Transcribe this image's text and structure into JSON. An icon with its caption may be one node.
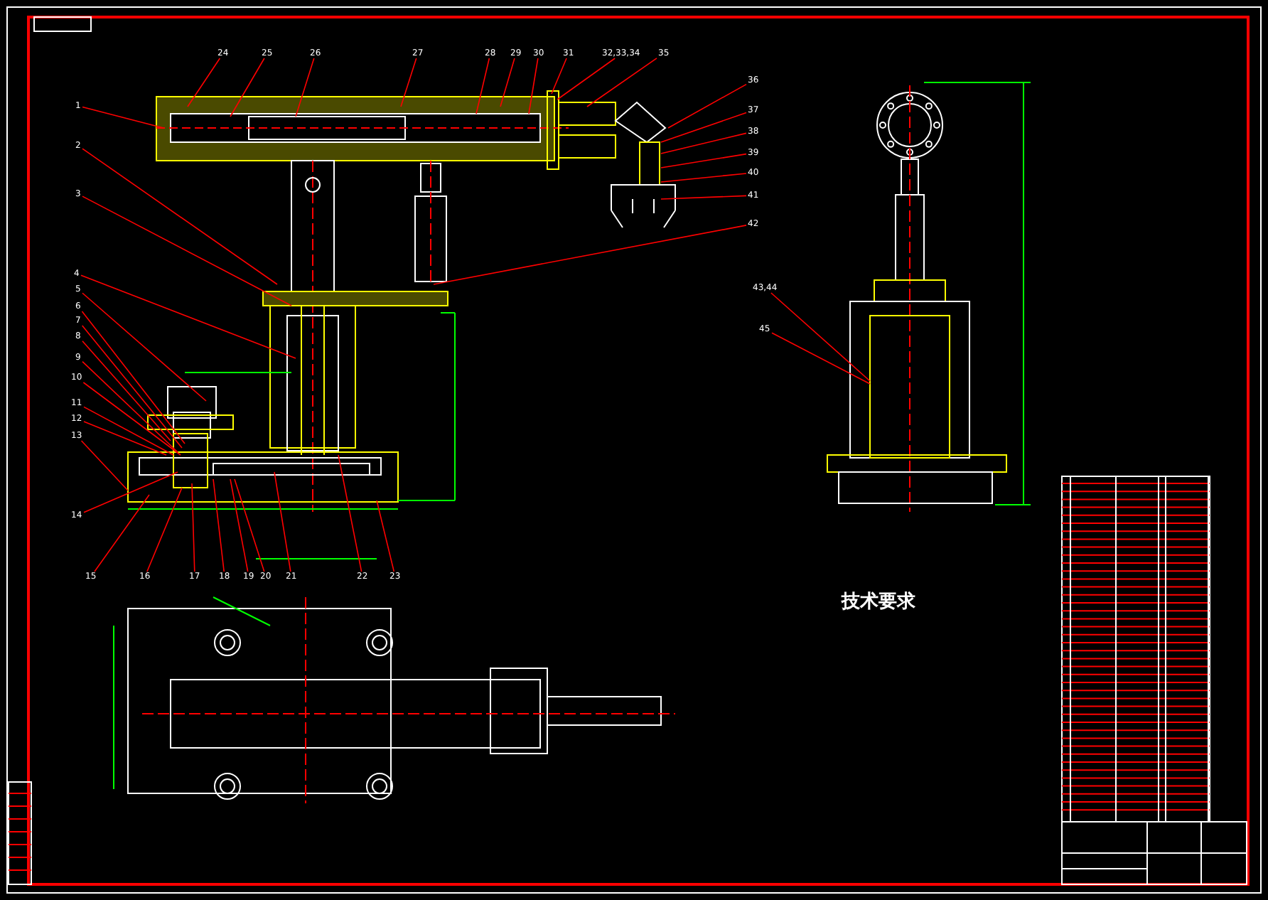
{
  "diagram": {
    "nodes": [
      {
        "text": [
          "1"
        ]
      },
      {
        "text": [
          "2"
        ]
      },
      {
        "text": [
          "3"
        ]
      },
      {
        "text": [
          "4"
        ]
      },
      {
        "text": [
          "5"
        ]
      },
      {
        "text": [
          "6"
        ]
      },
      {
        "text": [
          "7"
        ]
      },
      {
        "text": [
          "8"
        ]
      },
      {
        "text": [
          "9"
        ]
      },
      {
        "text": [
          "10"
        ]
      },
      {
        "text": [
          "11"
        ]
      },
      {
        "text": [
          "12"
        ]
      },
      {
        "text": [
          "13"
        ]
      },
      {
        "text": [
          "14"
        ]
      },
      {
        "text": [
          "15"
        ]
      },
      {
        "text": [
          "16"
        ]
      },
      {
        "text": [
          "17"
        ]
      },
      {
        "text": [
          "18"
        ]
      },
      {
        "text": [
          "19"
        ]
      },
      {
        "text": [
          "20"
        ]
      },
      {
        "text": [
          "21"
        ]
      },
      {
        "text": [
          "22"
        ]
      },
      {
        "text": [
          "23"
        ]
      },
      {
        "text": [
          "24"
        ]
      },
      {
        "text": [
          "25"
        ]
      },
      {
        "text": [
          "26"
        ]
      },
      {
        "text": [
          "27"
        ]
      },
      {
        "text": [
          "28"
        ]
      },
      {
        "text": [
          "29"
        ]
      },
      {
        "text": [
          "30"
        ]
      },
      {
        "text": [
          "31"
        ]
      },
      {
        "text": [
          "32,33,34"
        ]
      },
      {
        "text": [
          "35"
        ]
      },
      {
        "text": [
          "36"
        ]
      },
      {
        "text": [
          "37"
        ]
      },
      {
        "text": [
          "38"
        ]
      },
      {
        "text": [
          "39"
        ]
      },
      {
        "text": [
          "40"
        ]
      },
      {
        "text": [
          "41"
        ]
      },
      {
        "text": [
          "42"
        ]
      },
      {
        "text": [
          "43,44"
        ]
      },
      {
        "text": [
          "45"
        ]
      }
    ],
    "edges": [
      {
        "from": 0,
        "to": null,
        "arrow": "none"
      },
      {
        "from": 1,
        "to": null,
        "arrow": "none"
      },
      {
        "from": 2,
        "to": null,
        "arrow": "none"
      },
      {
        "from": 3,
        "to": null,
        "arrow": "none"
      },
      {
        "from": 4,
        "to": null,
        "arrow": "none"
      },
      {
        "from": 5,
        "to": null,
        "arrow": "none"
      },
      {
        "from": 6,
        "to": null,
        "arrow": "none"
      },
      {
        "from": 7,
        "to": null,
        "arrow": "none"
      },
      {
        "from": 8,
        "to": null,
        "arrow": "none"
      },
      {
        "from": 9,
        "to": null,
        "arrow": "none"
      },
      {
        "from": 10,
        "to": null,
        "arrow": "none"
      },
      {
        "from": 11,
        "to": null,
        "arrow": "none"
      },
      {
        "from": 12,
        "to": null,
        "arrow": "none"
      },
      {
        "from": 13,
        "to": null,
        "arrow": "none"
      },
      {
        "from": 14,
        "to": null,
        "arrow": "none"
      },
      {
        "from": 15,
        "to": null,
        "arrow": "none"
      },
      {
        "from": 16,
        "to": null,
        "arrow": "none"
      },
      {
        "from": 17,
        "to": null,
        "arrow": "none"
      },
      {
        "from": 18,
        "to": null,
        "arrow": "none"
      },
      {
        "from": 19,
        "to": null,
        "arrow": "none"
      },
      {
        "from": 20,
        "to": null,
        "arrow": "none"
      },
      {
        "from": 21,
        "to": null,
        "arrow": "none"
      },
      {
        "from": 22,
        "to": null,
        "arrow": "none"
      },
      {
        "from": 23,
        "to": null,
        "arrow": "none"
      },
      {
        "from": 24,
        "to": null,
        "arrow": "none"
      },
      {
        "from": 25,
        "to": null,
        "arrow": "none"
      },
      {
        "from": 26,
        "to": null,
        "arrow": "none"
      },
      {
        "from": 27,
        "to": null,
        "arrow": "none"
      },
      {
        "from": 28,
        "to": null,
        "arrow": "none"
      },
      {
        "from": 29,
        "to": null,
        "arrow": "none"
      },
      {
        "from": 30,
        "to": null,
        "arrow": "none"
      },
      {
        "from": 31,
        "to": null,
        "arrow": "none"
      },
      {
        "from": 32,
        "to": null,
        "arrow": "none"
      },
      {
        "from": 33,
        "to": null,
        "arrow": "none"
      },
      {
        "from": 34,
        "to": null,
        "arrow": "none"
      },
      {
        "from": 35,
        "to": null,
        "arrow": "none"
      },
      {
        "from": 36,
        "to": null,
        "arrow": "none"
      },
      {
        "from": 37,
        "to": null,
        "arrow": "none"
      },
      {
        "from": 38,
        "to": null,
        "arrow": "none"
      },
      {
        "from": 39,
        "to": null,
        "arrow": "none"
      },
      {
        "from": 40,
        "to": null,
        "arrow": "none"
      },
      {
        "from": 41,
        "to": null,
        "arrow": "none"
      }
    ],
    "labels": [
      "技术要求"
    ]
  }
}
